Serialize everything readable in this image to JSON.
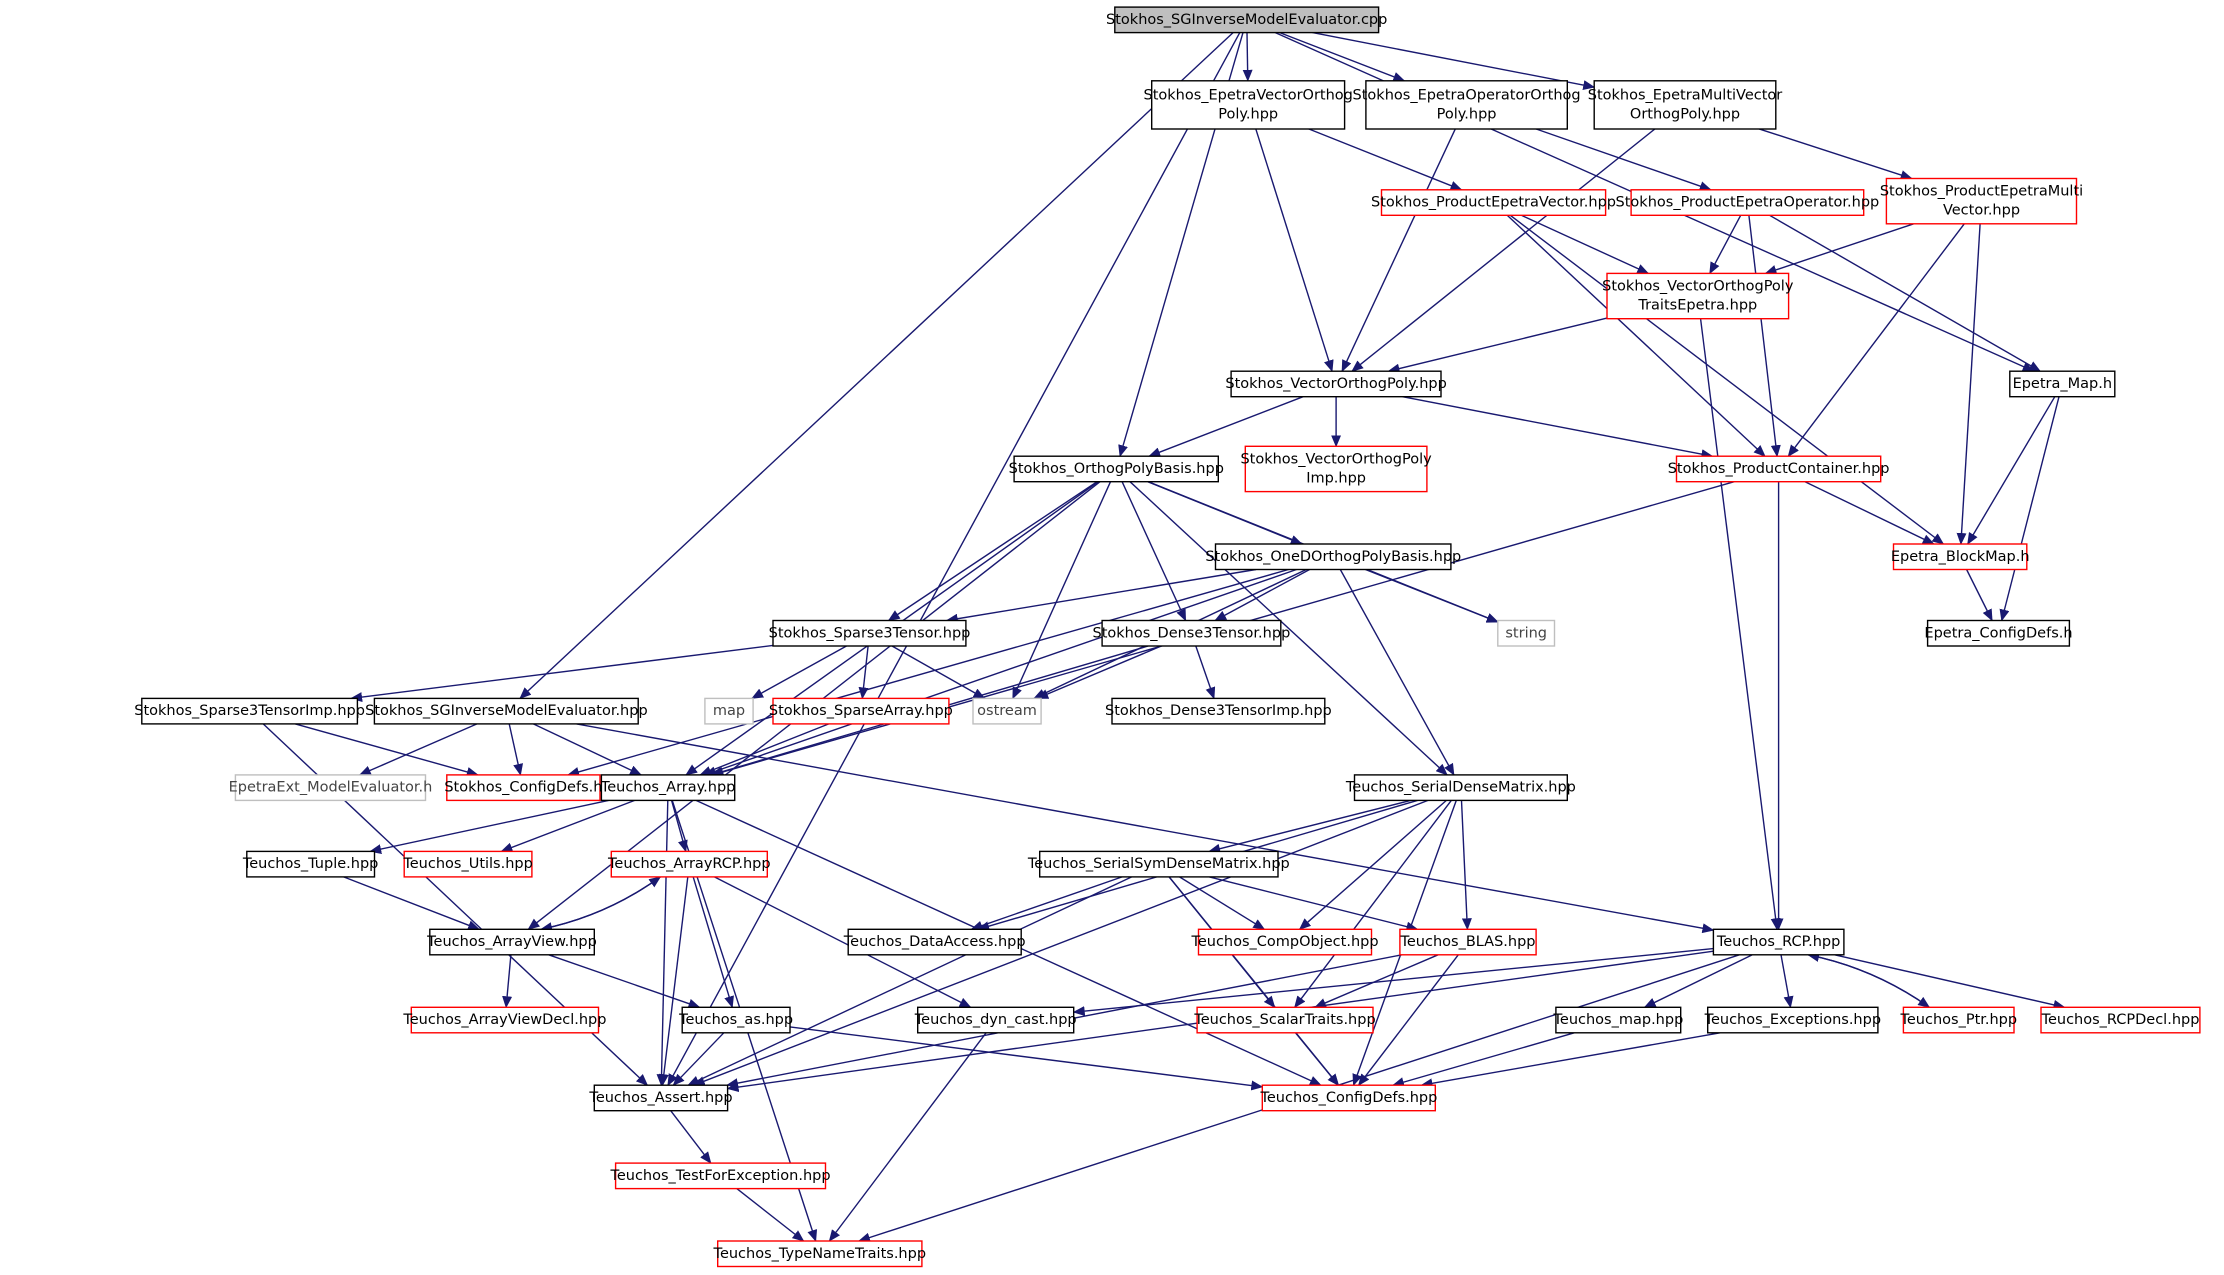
{
  "colors": {
    "edge": "#191970",
    "border_black": "#000000",
    "border_red": "#ff0000",
    "border_gray": "#bfbfbf",
    "root_fill": "#bfbfbf",
    "node_fill": "#ffffff"
  },
  "nodes": [
    {
      "id": "root",
      "lines": [
        "Stokhos_SGInverseModelEvaluator.cpp"
      ],
      "style": "root"
    },
    {
      "id": "epvec",
      "lines": [
        "Stokhos_EpetraVectorOrthog",
        "Poly.hpp"
      ],
      "style": "black"
    },
    {
      "id": "epop",
      "lines": [
        "Stokhos_EpetraOperatorOrthog",
        "Poly.hpp"
      ],
      "style": "black"
    },
    {
      "id": "epmv",
      "lines": [
        "Stokhos_EpetraMultiVector",
        "OrthogPoly.hpp"
      ],
      "style": "black"
    },
    {
      "id": "pev",
      "lines": [
        "Stokhos_ProductEpetraVector.hpp"
      ],
      "style": "red"
    },
    {
      "id": "peo",
      "lines": [
        "Stokhos_ProductEpetraOperator.hpp"
      ],
      "style": "red"
    },
    {
      "id": "pemv",
      "lines": [
        "Stokhos_ProductEpetraMulti",
        "Vector.hpp"
      ],
      "style": "red"
    },
    {
      "id": "vopte",
      "lines": [
        "Stokhos_VectorOrthogPoly",
        "TraitsEpetra.hpp"
      ],
      "style": "red"
    },
    {
      "id": "vop",
      "lines": [
        "Stokhos_VectorOrthogPoly.hpp"
      ],
      "style": "black"
    },
    {
      "id": "epmap",
      "lines": [
        "Epetra_Map.h"
      ],
      "style": "black"
    },
    {
      "id": "vopimp",
      "lines": [
        "Stokhos_VectorOrthogPoly",
        "Imp.hpp"
      ],
      "style": "red"
    },
    {
      "id": "opb",
      "lines": [
        "Stokhos_OrthogPolyBasis.hpp"
      ],
      "style": "black"
    },
    {
      "id": "pcont",
      "lines": [
        "Stokhos_ProductContainer.hpp"
      ],
      "style": "red"
    },
    {
      "id": "bmap",
      "lines": [
        "Epetra_BlockMap.h"
      ],
      "style": "red"
    },
    {
      "id": "oned",
      "lines": [
        "Stokhos_OneDOrthogPolyBasis.hpp"
      ],
      "style": "black"
    },
    {
      "id": "string",
      "lines": [
        "string"
      ],
      "style": "gray"
    },
    {
      "id": "ecfg",
      "lines": [
        "Epetra_ConfigDefs.h"
      ],
      "style": "black"
    },
    {
      "id": "s3t",
      "lines": [
        "Stokhos_Sparse3Tensor.hpp"
      ],
      "style": "black"
    },
    {
      "id": "d3t",
      "lines": [
        "Stokhos_Dense3Tensor.hpp"
      ],
      "style": "black"
    },
    {
      "id": "map",
      "lines": [
        "map"
      ],
      "style": "gray"
    },
    {
      "id": "sarr",
      "lines": [
        "Stokhos_SparseArray.hpp"
      ],
      "style": "red"
    },
    {
      "id": "ostream",
      "lines": [
        "ostream"
      ],
      "style": "gray"
    },
    {
      "id": "d3timp",
      "lines": [
        "Stokhos_Dense3TensorImp.hpp"
      ],
      "style": "black"
    },
    {
      "id": "s3timp",
      "lines": [
        "Stokhos_Sparse3TensorImp.hpp"
      ],
      "style": "black"
    },
    {
      "id": "sgime",
      "lines": [
        "Stokhos_SGInverseModelEvaluator.hpp"
      ],
      "style": "black"
    },
    {
      "id": "eeme",
      "lines": [
        "EpetraExt_ModelEvaluator.h"
      ],
      "style": "gray"
    },
    {
      "id": "scfg",
      "lines": [
        "Stokhos_ConfigDefs.h"
      ],
      "style": "red"
    },
    {
      "id": "tarr",
      "lines": [
        "Teuchos_Array.hpp"
      ],
      "style": "black"
    },
    {
      "id": "sdm",
      "lines": [
        "Teuchos_SerialDenseMatrix.hpp"
      ],
      "style": "black"
    },
    {
      "id": "tup",
      "lines": [
        "Teuchos_Tuple.hpp"
      ],
      "style": "black"
    },
    {
      "id": "util",
      "lines": [
        "Teuchos_Utils.hpp"
      ],
      "style": "red"
    },
    {
      "id": "arcp",
      "lines": [
        "Teuchos_ArrayRCP.hpp"
      ],
      "style": "red"
    },
    {
      "id": "ssdm",
      "lines": [
        "Teuchos_SerialSymDenseMatrix.hpp"
      ],
      "style": "black"
    },
    {
      "id": "av",
      "lines": [
        "Teuchos_ArrayView.hpp"
      ],
      "style": "black"
    },
    {
      "id": "da",
      "lines": [
        "Teuchos_DataAccess.hpp"
      ],
      "style": "black"
    },
    {
      "id": "cobj",
      "lines": [
        "Teuchos_CompObject.hpp"
      ],
      "style": "red"
    },
    {
      "id": "blas",
      "lines": [
        "Teuchos_BLAS.hpp"
      ],
      "style": "red"
    },
    {
      "id": "rcp",
      "lines": [
        "Teuchos_RCP.hpp"
      ],
      "style": "black"
    },
    {
      "id": "avd",
      "lines": [
        "Teuchos_ArrayViewDecl.hpp"
      ],
      "style": "red"
    },
    {
      "id": "as",
      "lines": [
        "Teuchos_as.hpp"
      ],
      "style": "black"
    },
    {
      "id": "dync",
      "lines": [
        "Teuchos_dyn_cast.hpp"
      ],
      "style": "black"
    },
    {
      "id": "st",
      "lines": [
        "Teuchos_ScalarTraits.hpp"
      ],
      "style": "red"
    },
    {
      "id": "tmap",
      "lines": [
        "Teuchos_map.hpp"
      ],
      "style": "black"
    },
    {
      "id": "exc",
      "lines": [
        "Teuchos_Exceptions.hpp"
      ],
      "style": "black"
    },
    {
      "id": "ptr",
      "lines": [
        "Teuchos_Ptr.hpp"
      ],
      "style": "red"
    },
    {
      "id": "rcpd",
      "lines": [
        "Teuchos_RCPDecl.hpp"
      ],
      "style": "red"
    },
    {
      "id": "assert",
      "lines": [
        "Teuchos_Assert.hpp"
      ],
      "style": "black"
    },
    {
      "id": "tcfg",
      "lines": [
        "Teuchos_ConfigDefs.hpp"
      ],
      "style": "red"
    },
    {
      "id": "tfe",
      "lines": [
        "Teuchos_TestForException.hpp"
      ],
      "style": "red"
    },
    {
      "id": "tnt",
      "lines": [
        "Teuchos_TypeNameTraits.hpp"
      ],
      "style": "red"
    }
  ]
}
